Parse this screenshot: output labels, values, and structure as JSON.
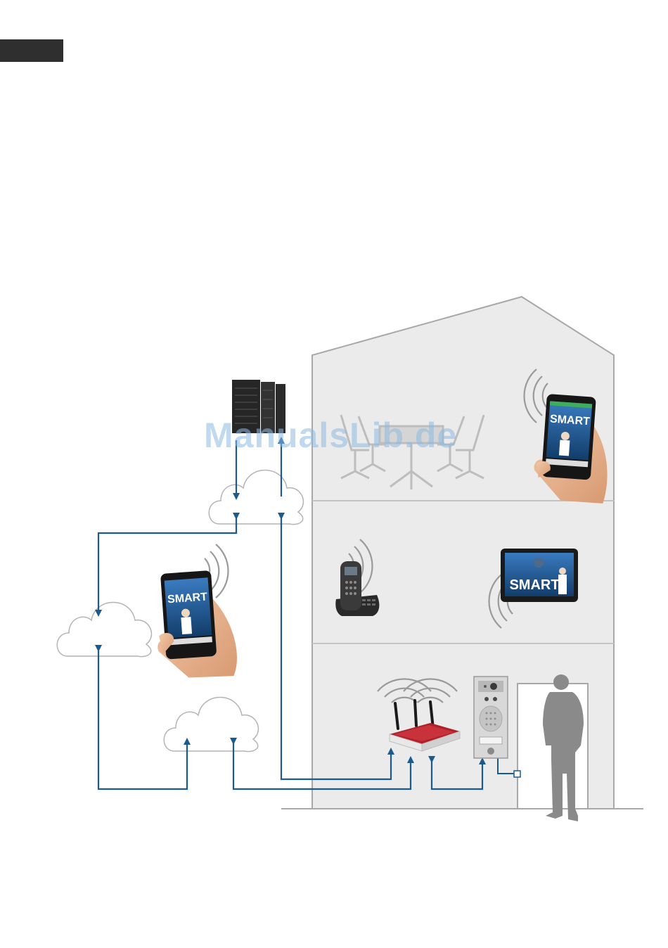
{
  "watermark": {
    "text": "ManualsLib.de"
  },
  "devices": {
    "phone_top": {
      "screen_text": "SMART"
    },
    "phone_left": {
      "screen_text": "SMART"
    },
    "tablet": {
      "screen_text": "SMART"
    }
  },
  "colors": {
    "house_fill": "#ebebeb",
    "house_stroke": "#a8a8a8",
    "link": "#1b5a8c",
    "cloud_stroke": "#b4b4b4",
    "wave": "#9a9a9a",
    "silhouette": "#8a8a8a",
    "router_red": "#b0202a",
    "screen_blue": "#1c5a9a"
  },
  "icons": [
    "server-icon",
    "cloud-icon",
    "smartphone-icon",
    "tablet-icon",
    "cordless-phone-icon",
    "router-icon",
    "door-intercom-icon",
    "person-silhouette-icon",
    "conference-table-icon",
    "wireless-signal-icon"
  ]
}
